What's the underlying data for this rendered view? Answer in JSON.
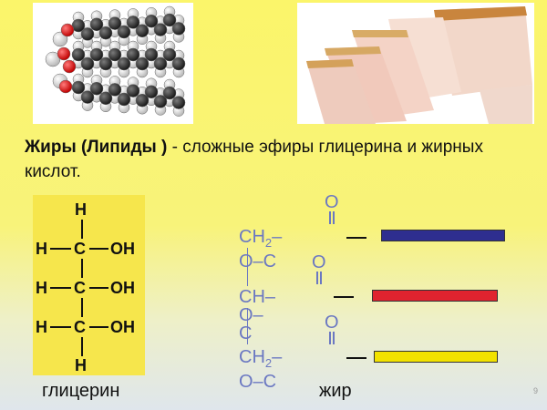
{
  "caption": {
    "title": "Жиры (Липиды )",
    "rest": " - сложные эфиры глицерина и жирных кислот."
  },
  "glycerol": {
    "top_h": "H",
    "rows": [
      {
        "h": "H",
        "c": "C",
        "oh": "OH"
      },
      {
        "h": "H",
        "c": "C",
        "oh": "OH"
      },
      {
        "h": "H",
        "c": "C",
        "oh": "OH"
      }
    ],
    "bottom_h": "H",
    "label": "глицерин"
  },
  "fat": {
    "label": "жир",
    "rows": [
      {
        "group": "CH2–O–C",
        "o": "O",
        "bar_color": "#2e2e8f"
      },
      {
        "group": "CH–O–C",
        "o": "O",
        "bar_color": "#e0232f"
      },
      {
        "group": "CH2–O–C",
        "o": "O",
        "bar_color": "#f2e200"
      }
    ]
  },
  "page_number": "9"
}
